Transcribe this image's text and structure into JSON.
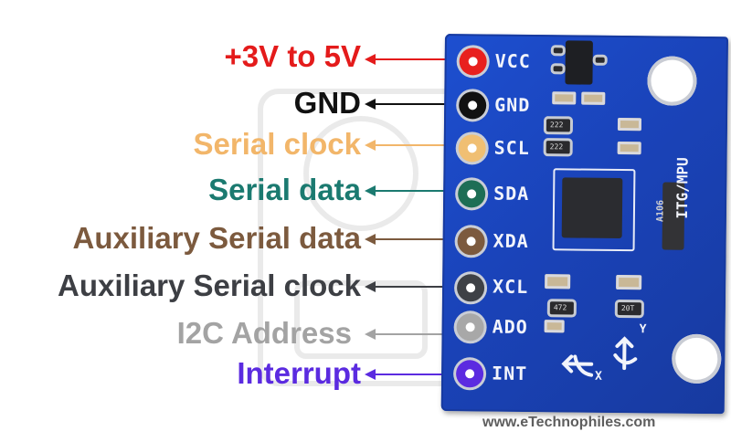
{
  "labels": [
    {
      "text": "+3V to 5V",
      "color": "#e41b1b",
      "pin": "VCC"
    },
    {
      "text": "GND",
      "color": "#111111",
      "pin": "GND"
    },
    {
      "text": "Serial clock",
      "color": "#f2b66a",
      "pin": "SCL"
    },
    {
      "text": "Serial data",
      "color": "#1b7a70",
      "pin": "SDA"
    },
    {
      "text": "Auxiliary Serial data",
      "color": "#7c5a3e",
      "pin": "XDA"
    },
    {
      "text": "Auxiliary Serial clock",
      "color": "#3d3f44",
      "pin": "XCL"
    },
    {
      "text": "I2C Address",
      "color": "#a3a3a3",
      "pin": "ADO"
    },
    {
      "text": "Interrupt",
      "color": "#5b2be0",
      "pin": "INT"
    }
  ],
  "board": {
    "side_label": "ITG/MPU",
    "resistor_labels": [
      "222",
      "222",
      "472",
      "20T"
    ],
    "regulator_label": "A106",
    "axis_x": "X",
    "axis_y": "Y"
  },
  "watermark": "www.eTechnophiles.com"
}
